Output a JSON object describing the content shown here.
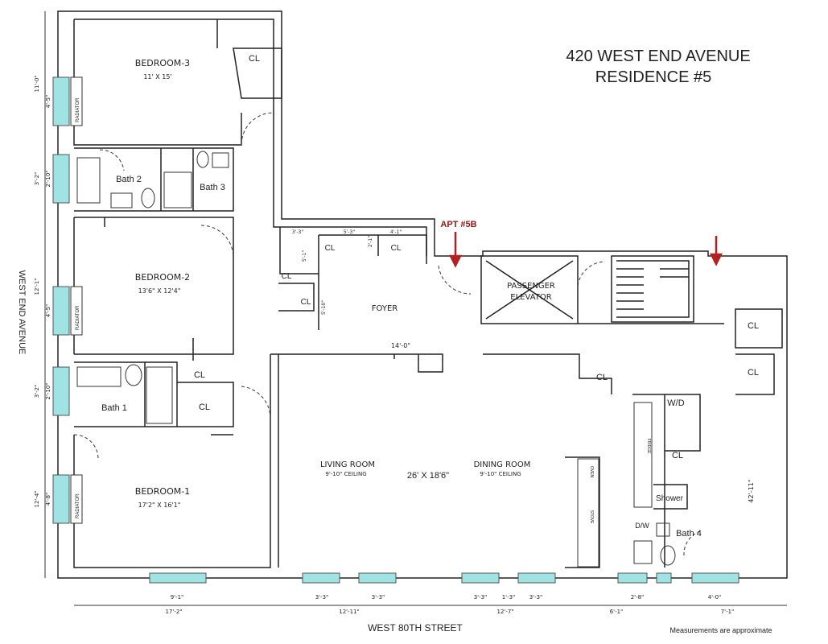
{
  "title": {
    "line1": "420 WEST END AVENUE",
    "line2": "RESIDENCE #5"
  },
  "apt_label": "APT #5B",
  "street_left": "WEST END AVENUE",
  "street_bottom": "WEST 80TH STREET",
  "note": "Measurements are approximate",
  "colors": {
    "wall": "#222222",
    "window": "#9fe3e3",
    "arrow": "#b22222",
    "apt_text": "#8b1a1a"
  },
  "rooms": {
    "bedroom3": {
      "name": "BEDROOM-3",
      "dims": "11' X 15'"
    },
    "bedroom2": {
      "name": "BEDROOM-2",
      "dims": "13'6\" X 12'4\""
    },
    "bedroom1": {
      "name": "BEDROOM-1",
      "dims": "17'2\" X 16'1\""
    },
    "bath1": "Bath 1",
    "bath2": "Bath 2",
    "bath3": "Bath 3",
    "bath4": "Bath 4",
    "foyer": "FOYER",
    "living": {
      "name": "LIVING ROOM",
      "ceiling": "9'-10\" CEILING"
    },
    "dining": {
      "name": "DINING ROOM",
      "ceiling": "9'-10\" CEILING"
    },
    "living_dining_dims": "26' X 18'6\"",
    "foyer_width": "14'-0\"",
    "elevator": {
      "line1": "PASSENGER",
      "line2": "ELEVATOR"
    },
    "wd": "W/D",
    "shower": "Shower",
    "dw": "D/W",
    "kitchen_dim": "42'-11\""
  },
  "closet_labels": {
    "cl_b3": "CL",
    "cl_foyer1": "CL",
    "cl_foyer2": "CL",
    "cl_foyer3": "CL",
    "cl_foyer4": "CL",
    "cl_bath1": "CL",
    "cl_b1": "CL",
    "cl_kitchen": "CL",
    "cl_right1": "CL",
    "cl_right2": "CL",
    "cl_hall": "CL"
  },
  "radiator": "RADIATOR",
  "left_dims": [
    "11'-0\"",
    "4'-5\"",
    "3'-2\"",
    "2'-10\"",
    "12'-1\"",
    "4'-5\"",
    "3'-2\"",
    "2'-10\"",
    "12'-4\"",
    "4'-8\""
  ],
  "bottom_dims": [
    "9'-1\"",
    "17'-2\"",
    "3'-3\"",
    "3'-3\"",
    "12'-11\"",
    "3'-3\"",
    "1'-3\"",
    "3'-3\"",
    "12'-7\"",
    "2'-8\"",
    "6'-1\"",
    "4'-0\"",
    "7'-1\""
  ],
  "closet_dims": [
    "3'-3\"",
    "5'-3\"",
    "4'-1\"",
    "2'-1\"",
    "5'-1\"",
    "5'-10\""
  ],
  "appliances": {
    "oven": "OVEN",
    "fridge": "FRIDGE",
    "stove": "STOVE"
  }
}
